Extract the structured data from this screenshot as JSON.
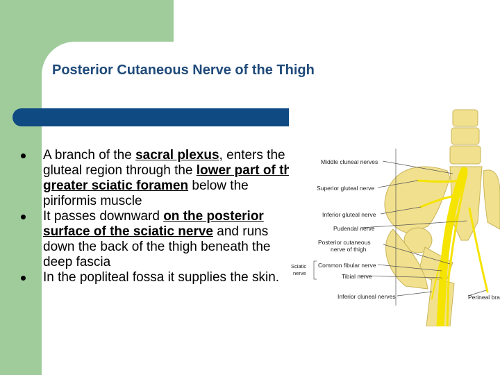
{
  "slide": {
    "title": "Posterior Cutaneous Nerve of the Thigh",
    "bullets": [
      {
        "t1": "A branch of the ",
        "u1": "sacral plexus",
        "t2": ", enters the gluteal region through the ",
        "u2": "lower part of the greater sciatic foramen",
        "t3": " below the piriformis muscle"
      },
      {
        "t1": "It passes downward ",
        "u1": "on the posterior surface of the sciatic nerve",
        "t2": " and runs down the back of the thigh beneath the deep fascia"
      },
      {
        "t1": "In the popliteal fossa it supplies the skin."
      }
    ]
  },
  "figure": {
    "labels": {
      "middle_cluneal": "Middle cluneal nerves",
      "superior_gluteal": "Superior gluteal nerve",
      "inferior_gluteal": "Inferior gluteal nerve",
      "pudendal": "Pudendal nerve",
      "post_cut_1": "Posterior cutaneous",
      "post_cut_2": "nerve of thigh",
      "sciatic_1": "Sciatic",
      "sciatic_2": "nerve",
      "common_fibular": "Common fibular nerve",
      "tibial": "Tibial nerve",
      "inferior_cluneal": "Inferior cluneal nerves",
      "perineal": "Perineal branch"
    },
    "colors": {
      "bone": "#f1e08e",
      "bone_dark": "#c9b45a",
      "nerve": "#f5e300",
      "leader": "#555555"
    }
  }
}
